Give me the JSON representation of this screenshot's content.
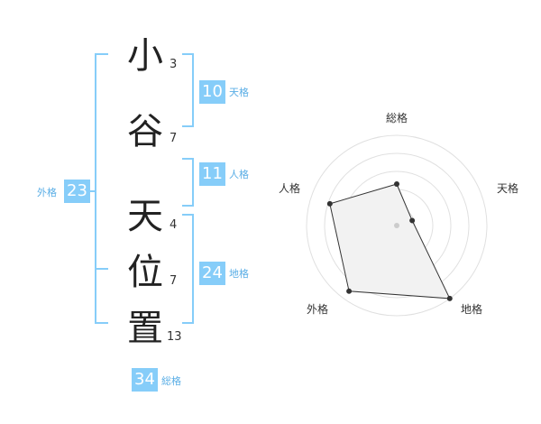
{
  "colors": {
    "accent": "#86cdf9",
    "accent_text": "#5aaee6",
    "ring": "#e0e0e0",
    "fill": "#f2f2f2"
  },
  "surname": [
    {
      "char": "小",
      "strokes": "3"
    },
    {
      "char": "谷",
      "strokes": "7"
    }
  ],
  "given": [
    {
      "char": "天",
      "strokes": "4"
    },
    {
      "char": "位",
      "strokes": "7"
    },
    {
      "char": "置",
      "strokes": "13"
    }
  ],
  "scores": {
    "ten": {
      "value": "10",
      "label": "天格"
    },
    "jin": {
      "value": "11",
      "label": "人格"
    },
    "chi": {
      "value": "24",
      "label": "地格"
    },
    "gai": {
      "value": "23",
      "label": "外格"
    },
    "sou": {
      "value": "34",
      "label": "総格"
    }
  },
  "chart_data": {
    "type": "radar",
    "axes": [
      "総格",
      "天格",
      "地格",
      "外格",
      "人格"
    ],
    "values": [
      2.3,
      0.9,
      5,
      4.5,
      3.9
    ],
    "range": [
      0,
      5
    ],
    "rings": 5,
    "grid": true
  }
}
